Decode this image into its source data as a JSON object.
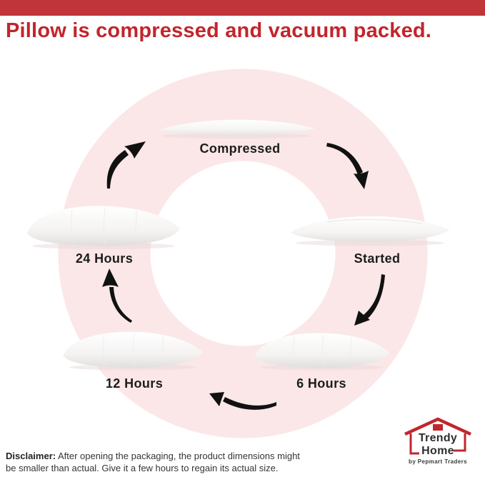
{
  "header": {
    "title": "Pillow is compressed and vacuum packed."
  },
  "cycle": {
    "description": "pillow-expansion-cycle",
    "stages": [
      {
        "id": "compressed",
        "label": "Compressed"
      },
      {
        "id": "started",
        "label": "Started"
      },
      {
        "id": "6h",
        "label": "6 Hours"
      },
      {
        "id": "12h",
        "label": "12 Hours"
      },
      {
        "id": "24h",
        "label": "24 Hours"
      }
    ],
    "arrows": [
      "24-hours-to-compressed",
      "compressed-to-started",
      "started-to-6-hours",
      "6-hours-to-12-hours",
      "12-hours-to-24-hours"
    ]
  },
  "logo": {
    "line1": "Trendy",
    "line2": "Home",
    "tagline": "by Pepmart Traders"
  },
  "disclaimer": {
    "prefix": "Disclaimer:",
    "line1": " After opening the packaging, the product dimensions might",
    "line2": "be smaller than actual. Give it a few hours to regain its actual size."
  },
  "colors": {
    "header_bar": "#c13439",
    "title_red": "#c2252c",
    "ring_pink": "#fbe7e7",
    "arrow_black": "#111111",
    "logo_red": "#c0272d",
    "text_dark": "#1d1d1d"
  }
}
